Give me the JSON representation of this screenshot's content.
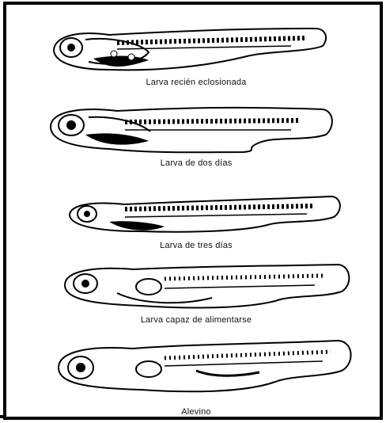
{
  "stages": [
    {
      "label": "Larva recién eclosionada"
    },
    {
      "label": "Larva de dos días"
    },
    {
      "label": "Larva de tres días"
    },
    {
      "label": "Larva capaz de alimentarse"
    },
    {
      "label": "Alevino"
    }
  ],
  "colors": {
    "ink": "#000000",
    "background": "#ffffff"
  }
}
